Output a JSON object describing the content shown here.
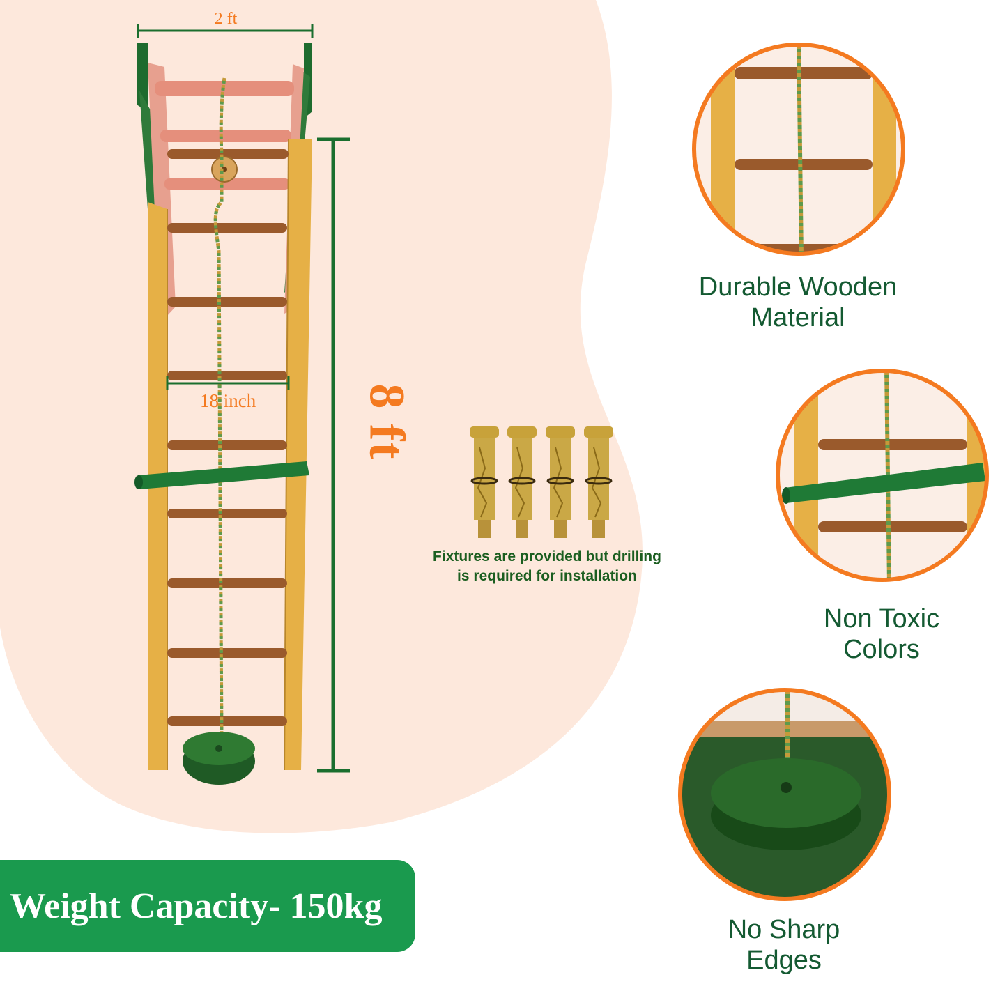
{
  "dimensions": {
    "width_label": "2 ft",
    "inner_width_label": "18 inch",
    "height_label": "8 ft"
  },
  "fixtures": {
    "note_line1": "Fixtures are provided but drilling",
    "note_line2": "is required for installation"
  },
  "features": [
    {
      "label_line1": "Durable Wooden",
      "label_line2": "Material"
    },
    {
      "label_line1": "Non Toxic",
      "label_line2": "Colors"
    },
    {
      "label_line1": "No Sharp",
      "label_line2": "Edges"
    }
  ],
  "badge": {
    "text": "Weight Capacity- 150kg"
  },
  "colors": {
    "brand_green": "#1a9a4e",
    "dark_green": "#145a32",
    "accent_orange": "#f47a20",
    "background_blob": "#fde8dc"
  }
}
